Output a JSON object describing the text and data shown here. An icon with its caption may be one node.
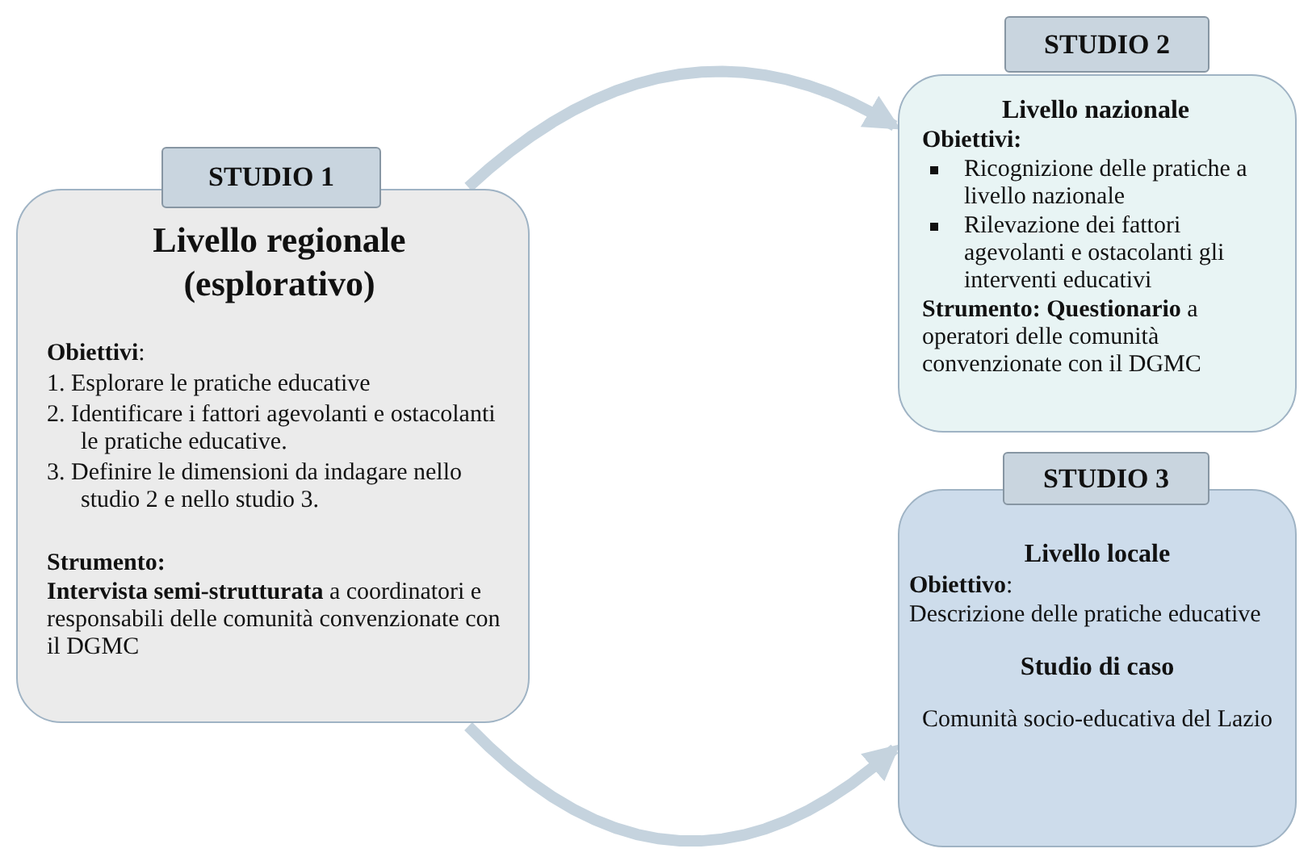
{
  "diagram": {
    "nodes": [
      {
        "text": [
          "STUDIO 1"
        ]
      },
      {
        "text": [
          "Livello regionale (esplorativo)",
          "**Obiettivi**:",
          "1. Esplorare le pratiche educative",
          "2. Identificare i fattori agevolanti e ostacolanti le pratiche educative.",
          "3. Definire le dimensioni da indagare nello studio 2 e nello studio 3.",
          "Strumento:",
          "**Intervista semi-strutturata** a coordinatori e responsabili delle comunità  convenzionate con il DGMC"
        ]
      },
      {
        "text": [
          "STUDIO 2"
        ]
      },
      {
        "text": [
          "Livello nazionale",
          "Obiettivi:",
          "Ricognizione delle pratiche a livello nazionale",
          "Rilevazione dei fattori agevolanti e ostacolanti gli interventi educativi",
          "**Strumento: Questionario** a operatori delle comunità convenzionate con il DGMC"
        ]
      },
      {
        "text": [
          "STUDIO 3"
        ]
      },
      {
        "text": [
          "Livello locale",
          "**Obiettivo**:",
          "Descrizione delle pratiche educative",
          "Studio di caso",
          "Comunità socio-educativa del Lazio"
        ]
      }
    ],
    "edges": [
      {
        "from": 1,
        "to": 3,
        "arrow": "to"
      },
      {
        "from": 1,
        "to": 5,
        "arrow": "to"
      }
    ]
  }
}
